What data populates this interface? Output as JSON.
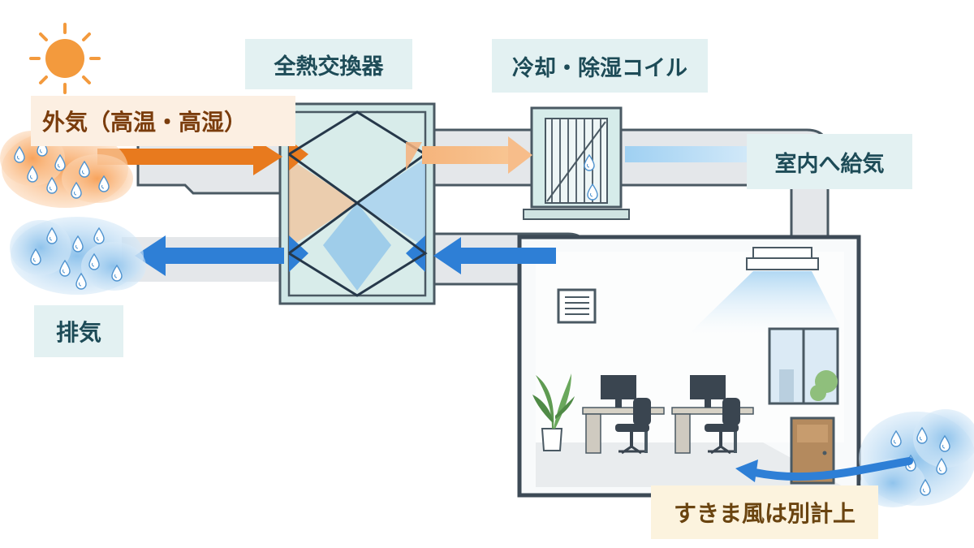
{
  "labels": {
    "heat_exchanger": "全熱交換器",
    "cooling_coil": "冷却・除湿コイル",
    "outdoor_air": "外気（高温・高湿）",
    "supply_air": "室内へ給気",
    "exhaust_air": "排気",
    "infiltration": "すきま風は別計上"
  },
  "icons": [
    "sun-icon",
    "water-drop-icon",
    "cloud-icon",
    "plant-icon",
    "monitor-icon",
    "office-chair-icon",
    "window-icon",
    "door-icon",
    "ceiling-diffuser-icon",
    "exhaust-grille-icon"
  ],
  "colors": {
    "outdoor_air": "#e87a1e",
    "exhaust_air": "#2e7fd6",
    "duct": "#e4e7ea",
    "duct_outline": "#4a5963",
    "heat_exchanger": "#cfe7e6",
    "room_outline": "#3d4a56",
    "label_blue_bg": "#e3f1f2",
    "label_orange_bg": "#fcefe2"
  }
}
